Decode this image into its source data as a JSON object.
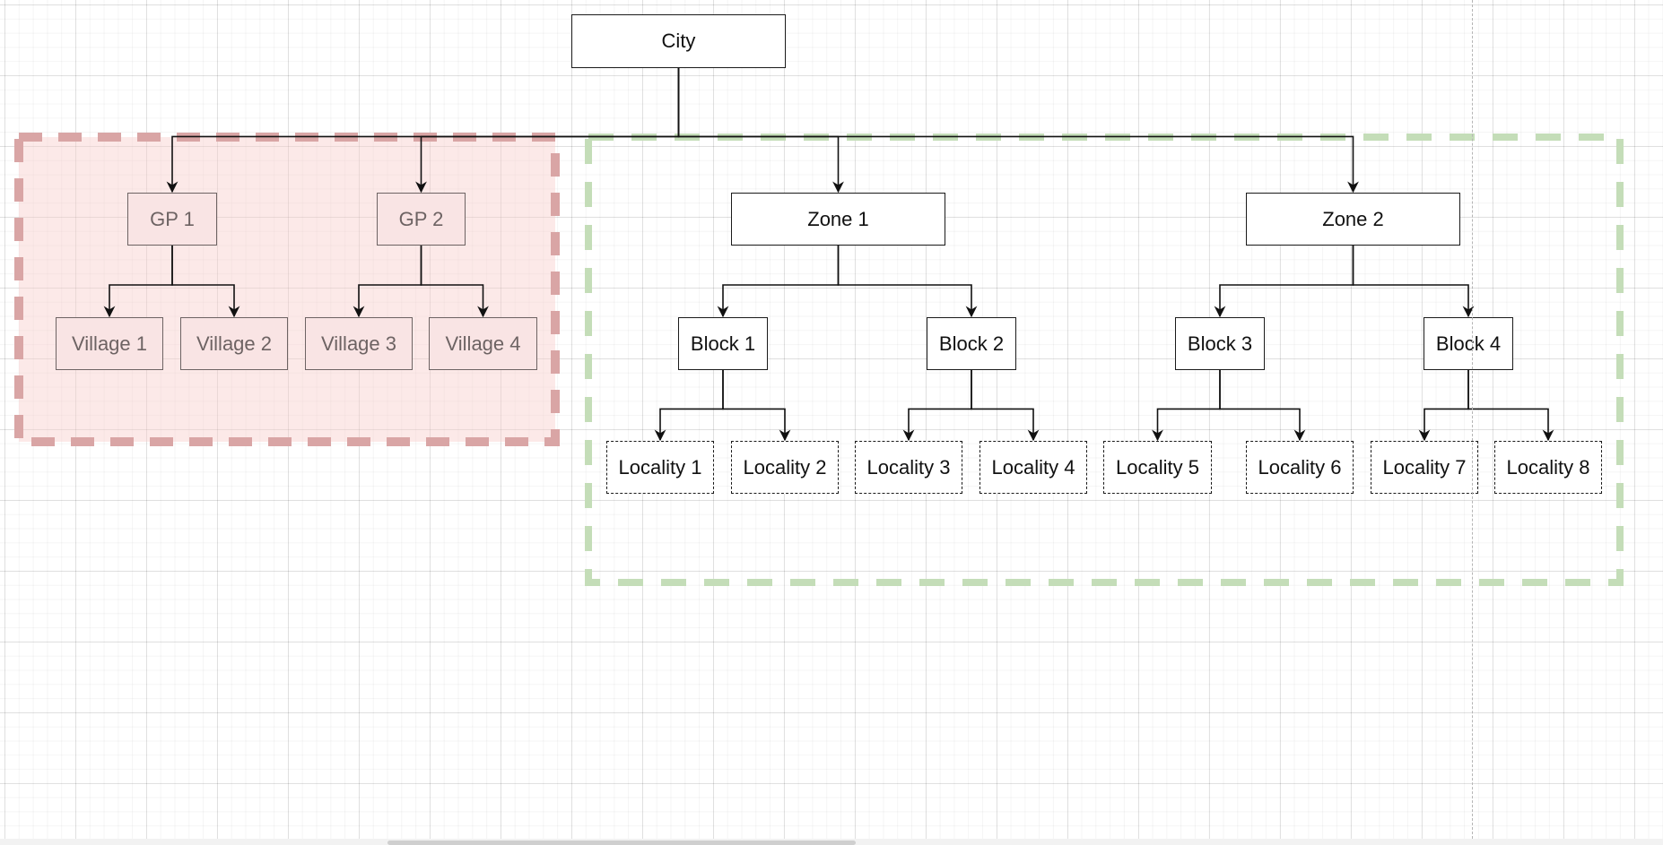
{
  "diagram": {
    "nodes": {
      "city": "City",
      "gp1": "GP 1",
      "gp2": "GP 2",
      "village1": "Village 1",
      "village2": "Village 2",
      "village3": "Village 3",
      "village4": "Village 4",
      "zone1": "Zone 1",
      "zone2": "Zone 2",
      "block1": "Block 1",
      "block2": "Block 2",
      "block3": "Block 3",
      "block4": "Block 4",
      "locality1": "Locality 1",
      "locality2": "Locality 2",
      "locality3": "Locality 3",
      "locality4": "Locality 4",
      "locality5": "Locality 5",
      "locality6": "Locality 6",
      "locality7": "Locality 7",
      "locality8": "Locality 8"
    },
    "edges": [
      [
        "city",
        "gp1"
      ],
      [
        "city",
        "gp2"
      ],
      [
        "city",
        "zone1"
      ],
      [
        "city",
        "zone2"
      ],
      [
        "gp1",
        "village1"
      ],
      [
        "gp1",
        "village2"
      ],
      [
        "gp2",
        "village3"
      ],
      [
        "gp2",
        "village4"
      ],
      [
        "zone1",
        "block1"
      ],
      [
        "zone1",
        "block2"
      ],
      [
        "zone2",
        "block3"
      ],
      [
        "zone2",
        "block4"
      ],
      [
        "block1",
        "locality1"
      ],
      [
        "block1",
        "locality2"
      ],
      [
        "block2",
        "locality3"
      ],
      [
        "block2",
        "locality4"
      ],
      [
        "block3",
        "locality5"
      ],
      [
        "block3",
        "locality6"
      ],
      [
        "block4",
        "locality7"
      ],
      [
        "block4",
        "locality8"
      ]
    ],
    "groups": {
      "rural": {
        "fill": "#f8cecc",
        "stroke": "#d9a5a5"
      },
      "urban": {
        "fill": "none",
        "stroke": "#c4ddb8"
      }
    },
    "colors": {
      "canvas": "#ffffff",
      "grid": "#e6e6e6",
      "node_border": "#1a1a1a",
      "rural_text": "#6d6363",
      "edge": "#111111"
    }
  }
}
